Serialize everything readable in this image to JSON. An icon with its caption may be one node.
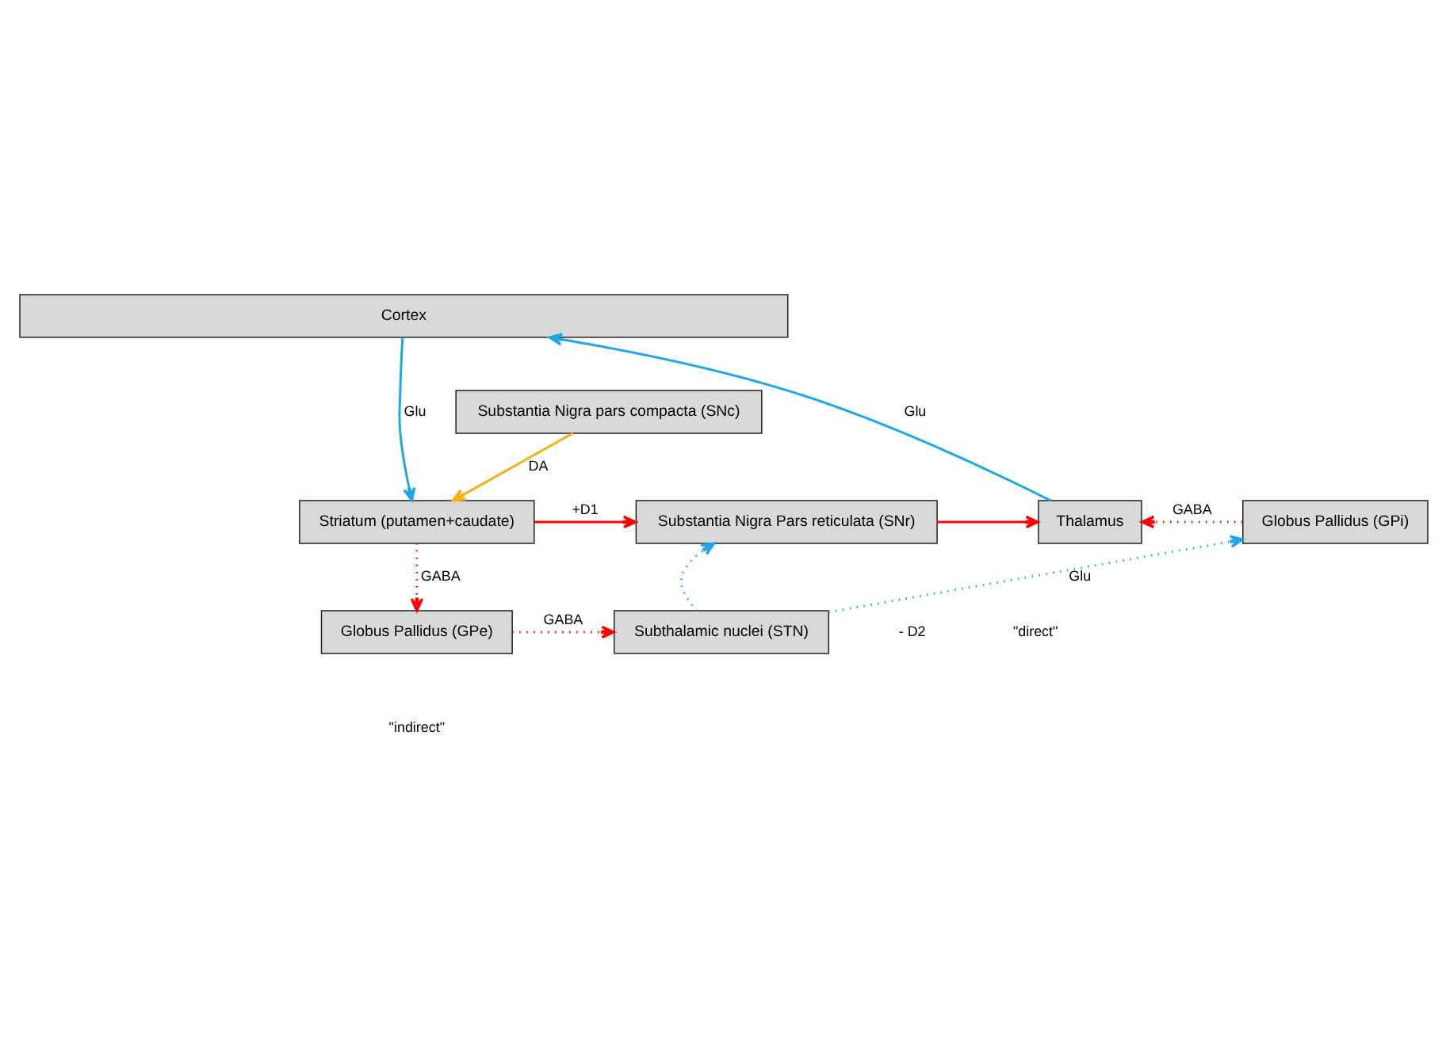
{
  "diagram": {
    "nodes": [
      {
        "text": [
          "Cortex"
        ]
      },
      {
        "text": [
          "Substantia Nigra pars compacta (SNc)"
        ]
      },
      {
        "text": [
          "Striatum (putamen+caudate)"
        ]
      },
      {
        "text": [
          "Substantia Nigra Pars reticulata (SNr)"
        ]
      },
      {
        "text": [
          "Thalamus"
        ]
      },
      {
        "text": [
          "Globus Pallidus (GPi)"
        ]
      },
      {
        "text": [
          "Globus Pallidus (GPe)"
        ]
      },
      {
        "text": [
          "Subthalamic nuclei (STN)"
        ]
      }
    ],
    "edges": [
      {
        "from": 0,
        "to": 2,
        "arrow": "to",
        "label": "Glu",
        "color": "#1ea7e8"
      },
      {
        "from": 1,
        "to": 2,
        "arrow": "to",
        "label": "DA",
        "color": "#f5b014"
      },
      {
        "from": 2,
        "to": 3,
        "arrow": "to",
        "label": "+D1"
      },
      {
        "from": 3,
        "to": 4,
        "arrow": "to"
      },
      {
        "from": 4,
        "to": 0,
        "arrow": "to",
        "label": "Glu",
        "color": "#1ea7e8"
      },
      {
        "from": 2,
        "to": 6,
        "arrow": "to",
        "label": "GABA",
        "style": "dashed"
      },
      {
        "from": 6,
        "to": 7,
        "arrow": "to",
        "label": "GABA",
        "style": "dashed"
      },
      {
        "from": 7,
        "to": 3,
        "arrow": "to",
        "style": "dashed",
        "color": "#1ea7e8"
      },
      {
        "from": 7,
        "to": 5,
        "arrow": "to",
        "label": "Glu",
        "style": "dashed",
        "color": "#1ea7e8"
      },
      {
        "from": 5,
        "to": 4,
        "arrow": "to",
        "label": "GABA",
        "style": "dashed"
      }
    ],
    "labels": [
      "\"direct\"",
      "- D2",
      "\"indirect\""
    ]
  }
}
